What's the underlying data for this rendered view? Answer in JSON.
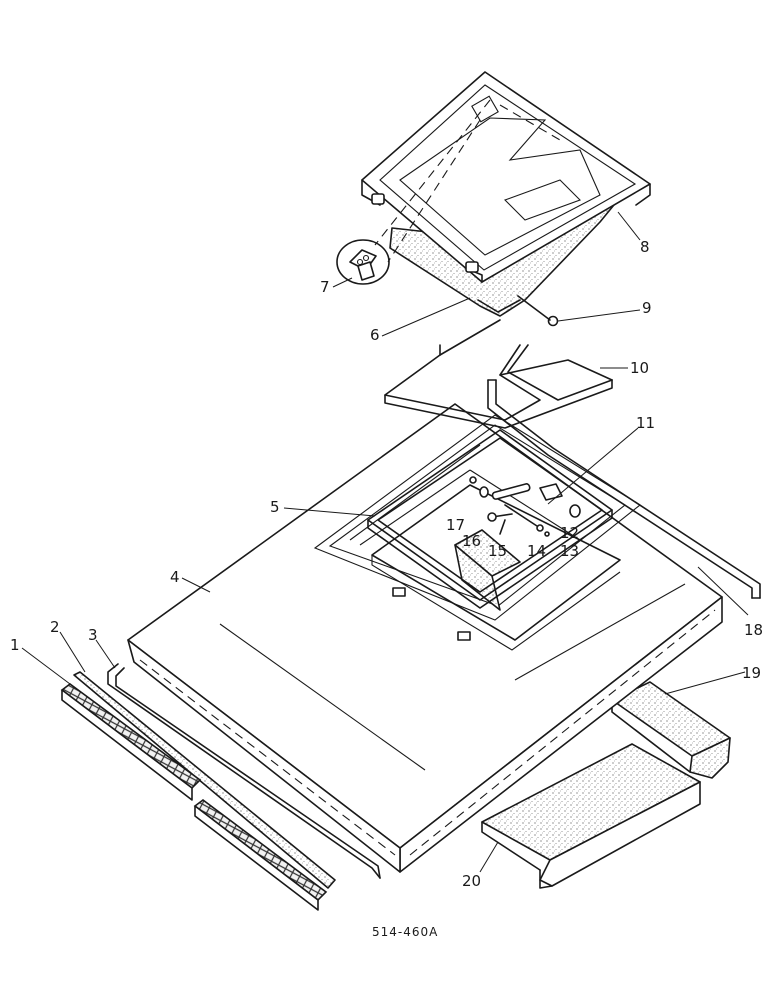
{
  "drawing": {
    "callouts": [
      {
        "id": "1",
        "text": "1"
      },
      {
        "id": "2",
        "text": "2"
      },
      {
        "id": "3",
        "text": "3"
      },
      {
        "id": "4",
        "text": "4"
      },
      {
        "id": "5",
        "text": "5"
      },
      {
        "id": "6",
        "text": "6"
      },
      {
        "id": "7",
        "text": "7"
      },
      {
        "id": "8",
        "text": "8"
      },
      {
        "id": "9",
        "text": "9"
      },
      {
        "id": "10",
        "text": "10"
      },
      {
        "id": "11",
        "text": "11"
      },
      {
        "id": "12",
        "text": "12"
      },
      {
        "id": "13",
        "text": "13"
      },
      {
        "id": "14",
        "text": "14"
      },
      {
        "id": "15",
        "text": "15"
      },
      {
        "id": "16",
        "text": "16"
      },
      {
        "id": "17",
        "text": "17"
      },
      {
        "id": "18",
        "text": "18"
      },
      {
        "id": "19",
        "text": "19"
      },
      {
        "id": "20",
        "text": "20"
      }
    ],
    "reference_code": "514-460A"
  }
}
